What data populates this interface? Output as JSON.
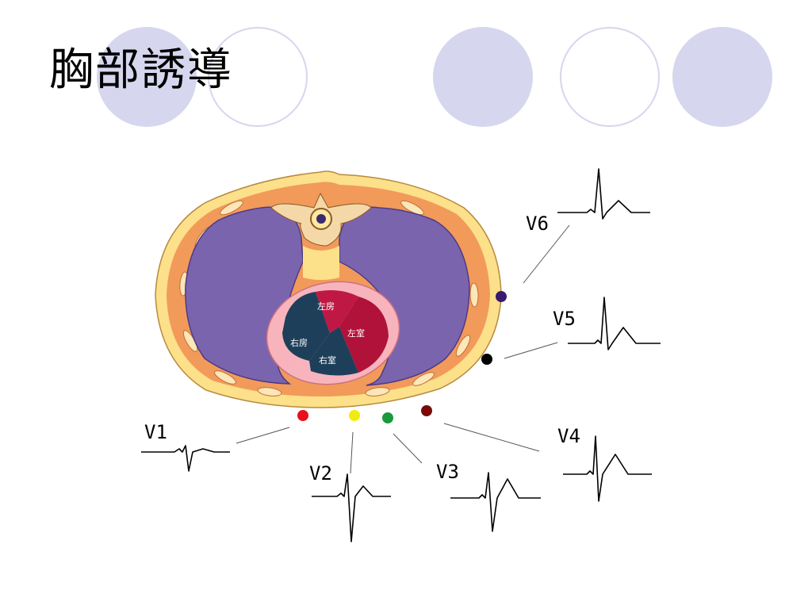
{
  "slide": {
    "title": "胸部誘導",
    "deco_colors": {
      "fill": "#d6d6ee",
      "outline": "#d6d6ee"
    }
  },
  "diagram": {
    "chambers": {
      "left_atrium": "左房",
      "left_ventricle": "左室",
      "right_atrium": "右房",
      "right_ventricle": "右室"
    },
    "leads": [
      {
        "label": "V1",
        "color": "#e8101a"
      },
      {
        "label": "V2",
        "color": "#f2ea10"
      },
      {
        "label": "V3",
        "color": "#1a9a3a"
      },
      {
        "label": "V4",
        "color": "#7a0a0a"
      },
      {
        "label": "V5",
        "color": "#000000"
      },
      {
        "label": "V6",
        "color": "#3a1a6e"
      }
    ],
    "colors": {
      "lung": "#7b64ae",
      "body_wall": "#f29a5a",
      "skin": "#fce08a",
      "pericardium": "#f7b4bc",
      "left_heart": "#b0123a",
      "right_heart": "#1e3f5a"
    }
  }
}
